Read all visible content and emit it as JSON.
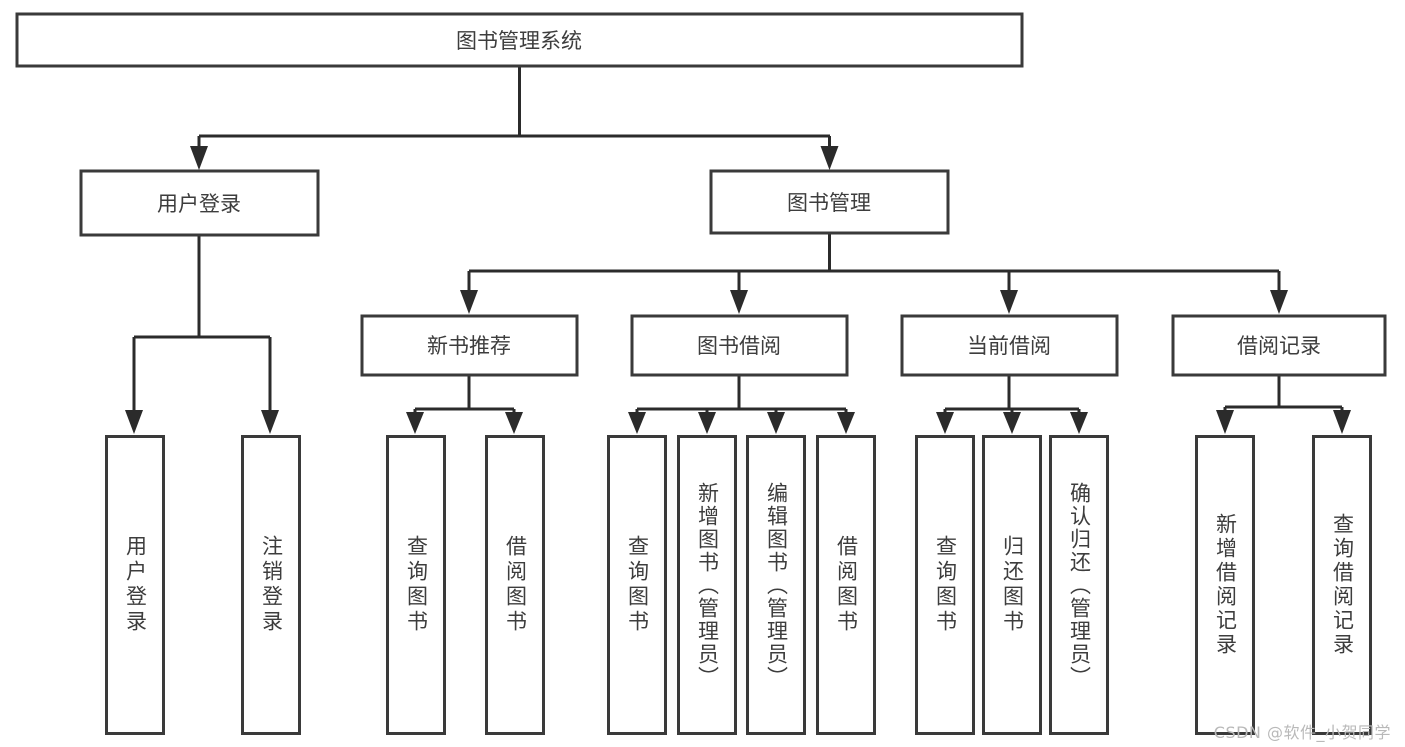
{
  "diagram": {
    "type": "tree-hierarchy",
    "title": "图书管理系统",
    "watermark": "CSDN @软件_小贺同学",
    "colors": {
      "box_stroke": "#3a3a3a",
      "edge": "#2b2b2b",
      "box_fill": "#ffffff",
      "text": "#3d3d3d",
      "background": "#ffffff",
      "watermark": "#b9b9b9"
    },
    "root": {
      "label": "图书管理系统"
    },
    "level2": [
      {
        "label": "用户登录"
      },
      {
        "label": "图书管理"
      }
    ],
    "level3": [
      {
        "label": "新书推荐"
      },
      {
        "label": "图书借阅"
      },
      {
        "label": "当前借阅"
      },
      {
        "label": "借阅记录"
      }
    ],
    "leaves": {
      "user_login": [
        {
          "label": "用户登录"
        },
        {
          "label": "注销登录"
        }
      ],
      "new_book_recommend": [
        {
          "label": "查询图书"
        },
        {
          "label": "借阅图书"
        }
      ],
      "book_borrow": [
        {
          "label": "查询图书"
        },
        {
          "label": "新增图书（管理员）"
        },
        {
          "label": "编辑图书（管理员）"
        },
        {
          "label": "借阅图书"
        }
      ],
      "current_borrow": [
        {
          "label": "查询图书"
        },
        {
          "label": "归还图书"
        },
        {
          "label": "确认归还（管理员）"
        }
      ],
      "borrow_record": [
        {
          "label": "新增借阅记录"
        },
        {
          "label": "查询借阅记录"
        }
      ]
    }
  }
}
